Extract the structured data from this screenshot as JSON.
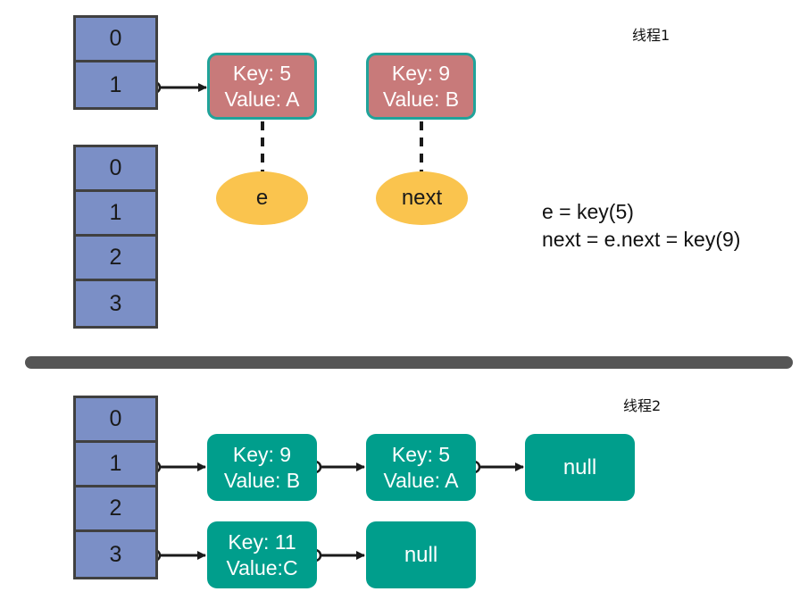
{
  "thread1": {
    "label": "线程1",
    "old_table": [
      "0",
      "1"
    ],
    "new_table": [
      "0",
      "1",
      "2",
      "3"
    ],
    "node_a": {
      "key": "Key: 5",
      "value": "Value: A"
    },
    "node_b": {
      "key": "Key: 9",
      "value": "Value: B"
    },
    "pointer_e": "e",
    "pointer_next": "next",
    "code_line1": "e = key(5)",
    "code_line2": "next = e.next = key(9)"
  },
  "thread2": {
    "label": "线程2",
    "table": [
      "0",
      "1",
      "2",
      "3"
    ],
    "node_9b": {
      "key": "Key: 9",
      "value": "Value: B"
    },
    "node_5a": {
      "key": "Key: 5",
      "value": "Value: A"
    },
    "null1": "null",
    "node_11c": {
      "key": "Key: 11",
      "value": "Value:C"
    },
    "null2": "null"
  },
  "colors": {
    "array_fill": "#7b8fc6",
    "array_border": "#404040",
    "red_node": "#c87a7a",
    "teal_node": "#009e8c",
    "pointer_ellipse": "#fac44e",
    "divider": "#555555"
  }
}
